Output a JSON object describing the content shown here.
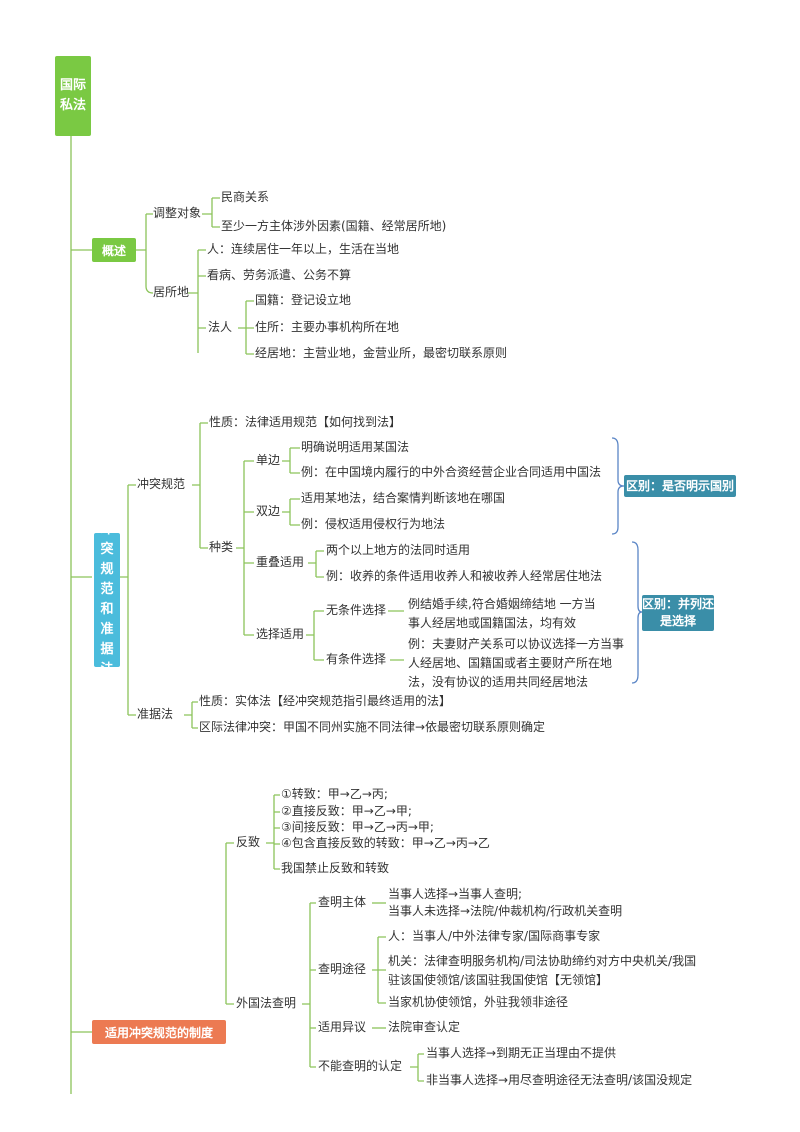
{
  "root": "国际私法",
  "s1": {
    "title": "概述",
    "adjust": "调整对象",
    "adjust_items": [
      "民商关系",
      "至少一方主体涉外因素(国籍、经常居所地)"
    ],
    "residence": "居所地",
    "person": "人：连续居住一年以上，生活在当地",
    "exclude": "看病、劳务派遣、公务不算",
    "legal_person": "法人",
    "legal_items": [
      "国籍：登记设立地",
      "住所：主要办事机构所在地",
      "经居地：主营业地，金营业所，最密切联系原则"
    ]
  },
  "s2": {
    "title": "冲突规范和准据法",
    "conflict": "冲突规范",
    "nature": "性质：法律适用规范【如何找到法】",
    "kinds": "种类",
    "unilateral": "单边",
    "unilateral_items": [
      "明确说明适用某国法",
      "例：在中国境内履行的中外合资经营企业合同适用中国法"
    ],
    "bilateral": "双边",
    "bilateral_items": [
      "适用某地法，结合案情判断该地在哪国",
      "例：侵权适用侵权行为地法"
    ],
    "overlap": "重叠适用",
    "overlap_items": [
      "两个以上地方的法同时适用",
      "例：收养的条件适用收养人和被收养人经常居住地法"
    ],
    "select": "选择适用",
    "uncond": "无条件选择",
    "uncond_text": "例结婚手续,符合婚姻缔结地 一方当事人经居地或国籍国法，均有效",
    "cond": "有条件选择",
    "cond_text": "例：夫妻财产关系可以协议选择一方当事人经居地、国籍国或者主要财产所在地法，没有协议的适用共同经居地法",
    "note1": "区别：是否明示国别",
    "note2": "区别：并列还是选择",
    "applicable": "准据法",
    "app_nature": "性质：实体法【经冲突规范指引最终适用的法】",
    "interregional": "区际法律冲突：甲国不同州实施不同法律→依最密切联系原则确定"
  },
  "s3": {
    "title": "适用冲突规范的制度",
    "renvoi": "反致",
    "renvoi_items": [
      "①转致：甲→乙→丙;",
      "②直接反致：甲→乙→甲;",
      "③间接反致：甲→乙→丙→甲;",
      "④包含直接反致的转致：甲→乙→丙→乙"
    ],
    "renvoi_cn": "我国禁止反致和转致",
    "foreign": "外国法查明",
    "subject": "查明主体",
    "subject_text": [
      "当事人选择→当事人查明;",
      "当事人未选择→法院/仲裁机构/行政机关查明"
    ],
    "ways": "查明途径",
    "ways_person": "人：当事人/中外法律专家/国际商事专家",
    "ways_org": "机关：法律查明服务机构/司法协助缔约对方中央机关/我国驻该国使领馆/该国驻我国使馆【无领馆】",
    "ways_note": "当家机协使领馆，外驻我领非途径",
    "objection": "适用异议",
    "objection_text": "法院审查认定",
    "unable": "不能查明的认定",
    "unable_items": [
      "当事人选择→到期无正当理由不提供",
      "非当事人选择→用尽查明途径无法查明/该国没规定"
    ]
  },
  "colors": {
    "green": "#7ac943",
    "blue": "#4bbcdc",
    "orange": "#ec7a52",
    "teal": "#3a8ea8",
    "line": "#8cc45a",
    "bracket": "#5b86c6"
  }
}
